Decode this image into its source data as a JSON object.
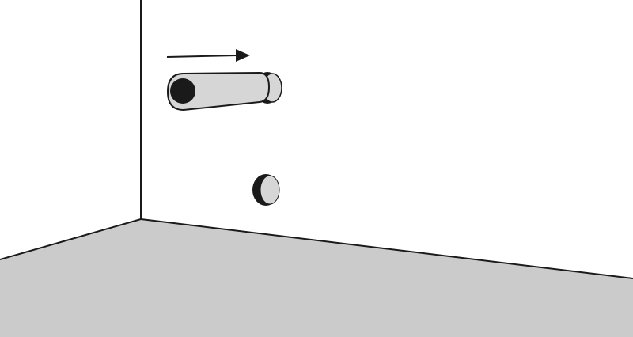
{
  "colors": {
    "floor": "#cbcbcb",
    "part_fill": "#d6d6d6",
    "stroke": "#1a1a1a",
    "background": "#ffffff"
  },
  "elements": [
    "wall",
    "floor",
    "direction-arrow",
    "dowel",
    "wall-hole"
  ]
}
